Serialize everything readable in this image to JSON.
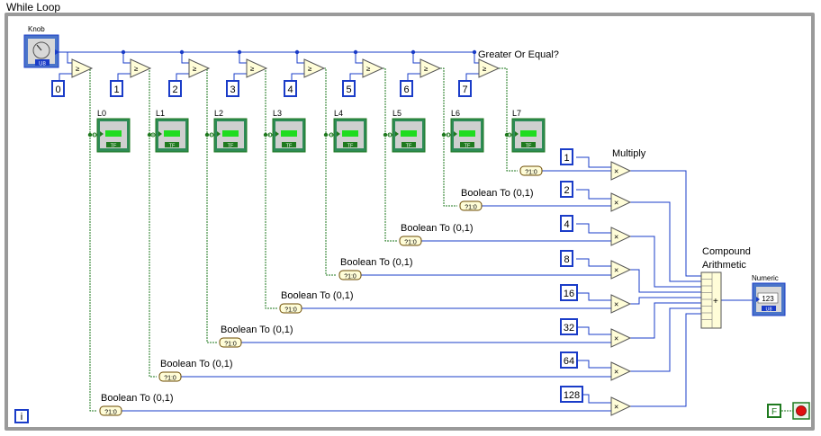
{
  "loop": {
    "title": "While Loop"
  },
  "knob": {
    "label": "Knob",
    "type": "U8"
  },
  "comparisons": {
    "label": "Greater Or Equal?",
    "thresholds": [
      "0",
      "1",
      "2",
      "3",
      "4",
      "5",
      "6",
      "7"
    ]
  },
  "leds": {
    "labels": [
      "L0",
      "L1",
      "L2",
      "L3",
      "L4",
      "L5",
      "L6",
      "L7"
    ],
    "type": "TF"
  },
  "bool_convert": {
    "label": "Boolean To (0,1)",
    "glyph": "?1:0"
  },
  "multiply": {
    "label": "Multiply",
    "constants": [
      "1",
      "2",
      "4",
      "8",
      "16",
      "32",
      "64",
      "128"
    ]
  },
  "compound": {
    "label_line1": "Compound",
    "label_line2": "Arithmetic"
  },
  "numeric": {
    "label": "Numeric",
    "value": "123",
    "type": "U8"
  },
  "stop": {
    "constant": "F"
  },
  "iteration": {
    "glyph": "i"
  },
  "colors": {
    "wire_int": "#1a3cc8",
    "wire_bool": "#1f7a1f",
    "led_green": "#1fdc1f",
    "frame": "#9a9a9a"
  }
}
